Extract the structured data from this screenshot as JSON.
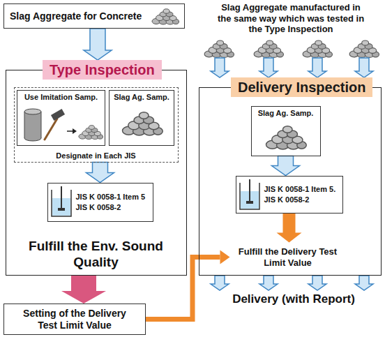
{
  "diagram": {
    "nodes": [
      {
        "text": [
          "Slag Aggregate for Concrete"
        ]
      },
      {
        "text": [
          "Type Inspection"
        ]
      },
      {
        "text": [
          "Designate in Each JIS"
        ],
        "in": 1
      },
      {
        "text": [
          "Use Imitation Samp."
        ],
        "in": 2
      },
      {
        "text": [
          "Slag Ag. Samp."
        ],
        "in": 2
      },
      {
        "text": [
          "JIS K 0058-1 Item 5",
          "JIS K 0058-2"
        ],
        "in": 1
      },
      {
        "text": [
          "Fulfill the Env. Sound Quality"
        ],
        "in": 1
      },
      {
        "text": [
          "Setting of the Delivery Test Limit Value"
        ]
      },
      {
        "text": [
          "Slag Aggregate manufactured in the same way which was tested in the Type Inspection"
        ]
      },
      {
        "text": [
          "Delivery Inspection"
        ]
      },
      {
        "text": [
          "Slag Ag. Samp."
        ],
        "in": 9
      },
      {
        "text": [
          "JIS K 0058-1 Item 5.",
          "JIS K 0058-2"
        ],
        "in": 9
      },
      {
        "text": [
          "Fulfill the Delivery Test Limit Value"
        ],
        "in": 9
      },
      {
        "text": [
          "Delivery (with Report)"
        ]
      }
    ],
    "edges": [
      {
        "from": 0,
        "to": 1,
        "arrow": "to"
      },
      {
        "from": 2,
        "to": 5,
        "arrow": "to"
      },
      {
        "from": 1,
        "to": 7,
        "arrow": "to"
      },
      {
        "from": 7,
        "to": 12,
        "arrow": "to"
      },
      {
        "from": 8,
        "to": 9,
        "arrow": "to"
      },
      {
        "from": 8,
        "to": 9,
        "arrow": "to"
      },
      {
        "from": 8,
        "to": 9,
        "arrow": "to"
      },
      {
        "from": 8,
        "to": 9,
        "arrow": "to"
      },
      {
        "from": 10,
        "to": 11,
        "arrow": "to"
      },
      {
        "from": 11,
        "to": 12,
        "arrow": "to"
      },
      {
        "from": 9,
        "to": 13,
        "arrow": "to"
      },
      {
        "from": 9,
        "to": 13,
        "arrow": "to"
      },
      {
        "from": 9,
        "to": 13,
        "arrow": "to"
      },
      {
        "from": 9,
        "to": 13,
        "arrow": "to"
      }
    ]
  }
}
